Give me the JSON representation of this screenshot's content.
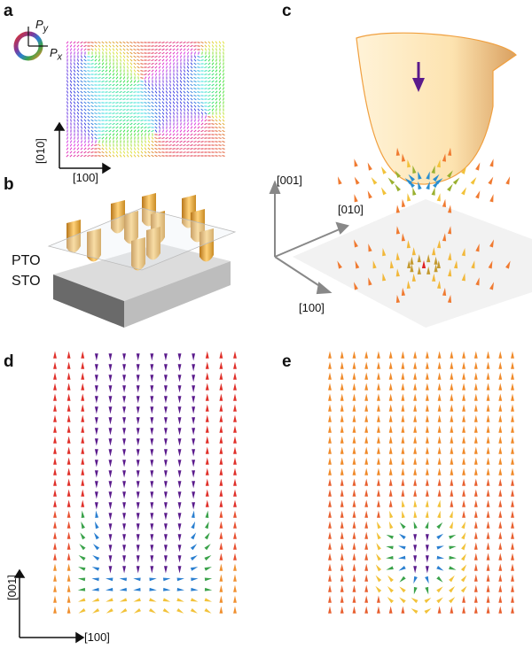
{
  "panels": {
    "a": {
      "label": "a",
      "py": "P",
      "py_sub": "y",
      "px": "P",
      "px_sub": "x",
      "axis_y": "[010]",
      "axis_x": "[100]"
    },
    "b": {
      "label": "b",
      "layer_top": "PTO",
      "layer_bottom": "STO"
    },
    "c": {
      "label": "c",
      "axis_z": "[001]",
      "axis_y": "[010]",
      "axis_x": "[100]"
    },
    "d": {
      "label": "d",
      "axis_y": "[001]",
      "axis_x": "[100]"
    },
    "e": {
      "label": "e"
    }
  },
  "colors": {
    "red": "#e0302a",
    "orange": "#f08a2a",
    "yellow": "#f2c23a",
    "purple": "#5a1a8c",
    "blue": "#2a7fd0",
    "green": "#3aa24a",
    "gold": "#e8a830"
  }
}
